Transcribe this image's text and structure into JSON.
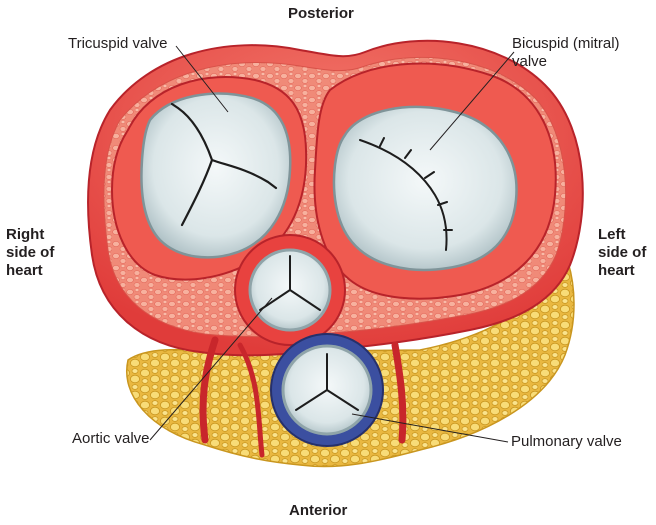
{
  "orientation": {
    "top": "Posterior",
    "bottom": "Anterior",
    "left": [
      "Right",
      "side of",
      "heart"
    ],
    "right": [
      "Left",
      "side of",
      "heart"
    ]
  },
  "valves": {
    "tricuspid": "Tricuspid valve",
    "bicuspid": [
      "Bicuspid (mitral)",
      "valve"
    ],
    "aortic": "Aortic valve",
    "pulmonary": "Pulmonary valve"
  },
  "colors": {
    "myocardium": "#e8423f",
    "myocardium_light": "#f47b6e",
    "myocardium_dark": "#b8232a",
    "texture": "#f5a48f",
    "valve_tissue": "#e6eef0",
    "valve_shadow": "#9fb3b8",
    "fat": "#f6d46a",
    "fat_edge": "#d9a92f",
    "pulmonary_ring": "#3b4fa0"
  }
}
